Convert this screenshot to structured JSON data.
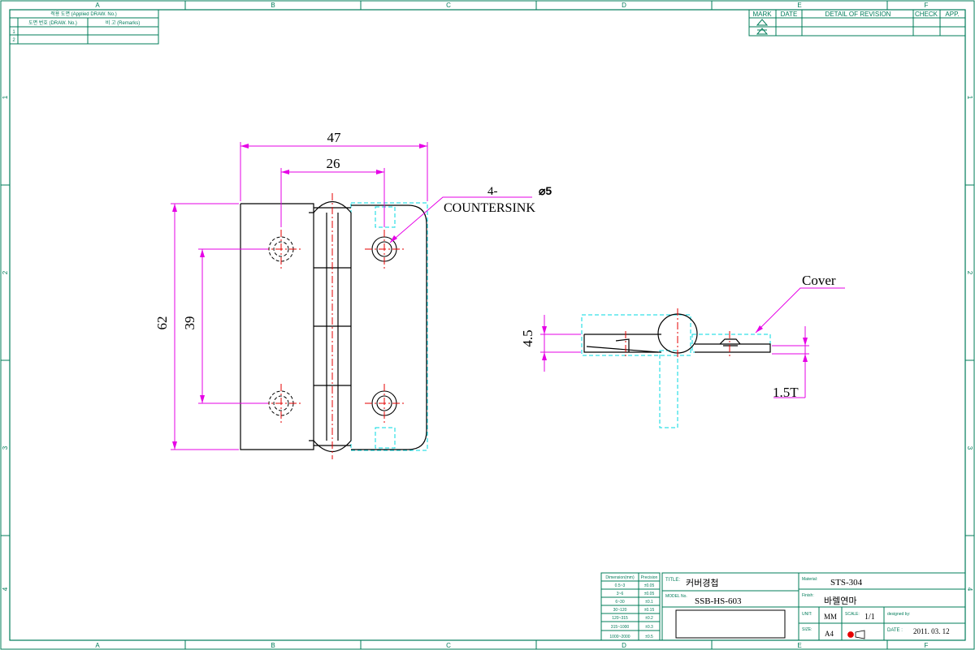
{
  "border": {
    "columns": [
      "A",
      "B",
      "C",
      "D",
      "E",
      "F"
    ],
    "rows": [
      "1",
      "2",
      "3",
      "4"
    ]
  },
  "applied_table": {
    "title": "적용 도면 (Applied DRAW. No.)",
    "col_drawing": "도면 번호 (DRAW. No.)",
    "col_remarks": "비 고 (Remarks)",
    "row_numbers": [
      "1",
      "2"
    ]
  },
  "revision_table": {
    "headers": [
      "MARK",
      "DATE",
      "DETAIL OF REVISION",
      "CHECK",
      "APP."
    ]
  },
  "front_view": {
    "dim_width": "47",
    "dim_hole_spacing_h": "26",
    "dim_height": "62",
    "dim_hole_spacing_v": "39",
    "callout_qty": "4-",
    "callout_dia": "⌀5",
    "callout_text": "COUNTERSINK"
  },
  "side_view": {
    "cover_label": "Cover",
    "dim_height": "4.5",
    "dim_thickness": "1.5T"
  },
  "precision_table": {
    "headers": [
      "Dimension(mm)",
      "Precision"
    ],
    "rows": [
      [
        "0.5~3",
        "±0.05"
      ],
      [
        "3~6",
        "±0.05"
      ],
      [
        "6~30",
        "±0.1"
      ],
      [
        "30~120",
        "±0.15"
      ],
      [
        "120~315",
        "±0.2"
      ],
      [
        "315~1000",
        "±0.3"
      ],
      [
        "1000~2000",
        "±0.5"
      ]
    ]
  },
  "title_block": {
    "title_label": "TITLE:",
    "title_value": "커버경첩",
    "model_label": "MODEL No.",
    "model_value": "SSB-HS-603",
    "material_label": "Material:",
    "material_value": "STS-304",
    "finish_label": "Finish:",
    "finish_value": "바렐연마",
    "unit_label": "UNIT:",
    "unit_value": "MM",
    "scale_label": "SCALE:",
    "scale_value": "1/1",
    "designed_label": "designed by:",
    "size_label": "SIZE:",
    "size_value": "A4",
    "date_label": "DATE :",
    "date_value": "2011. 03. 12"
  },
  "colors": {
    "border": "#007c5a",
    "part": "#000000",
    "dimension": "#e600e6",
    "centerline": "#e60000",
    "hidden": "#00d8e0"
  }
}
